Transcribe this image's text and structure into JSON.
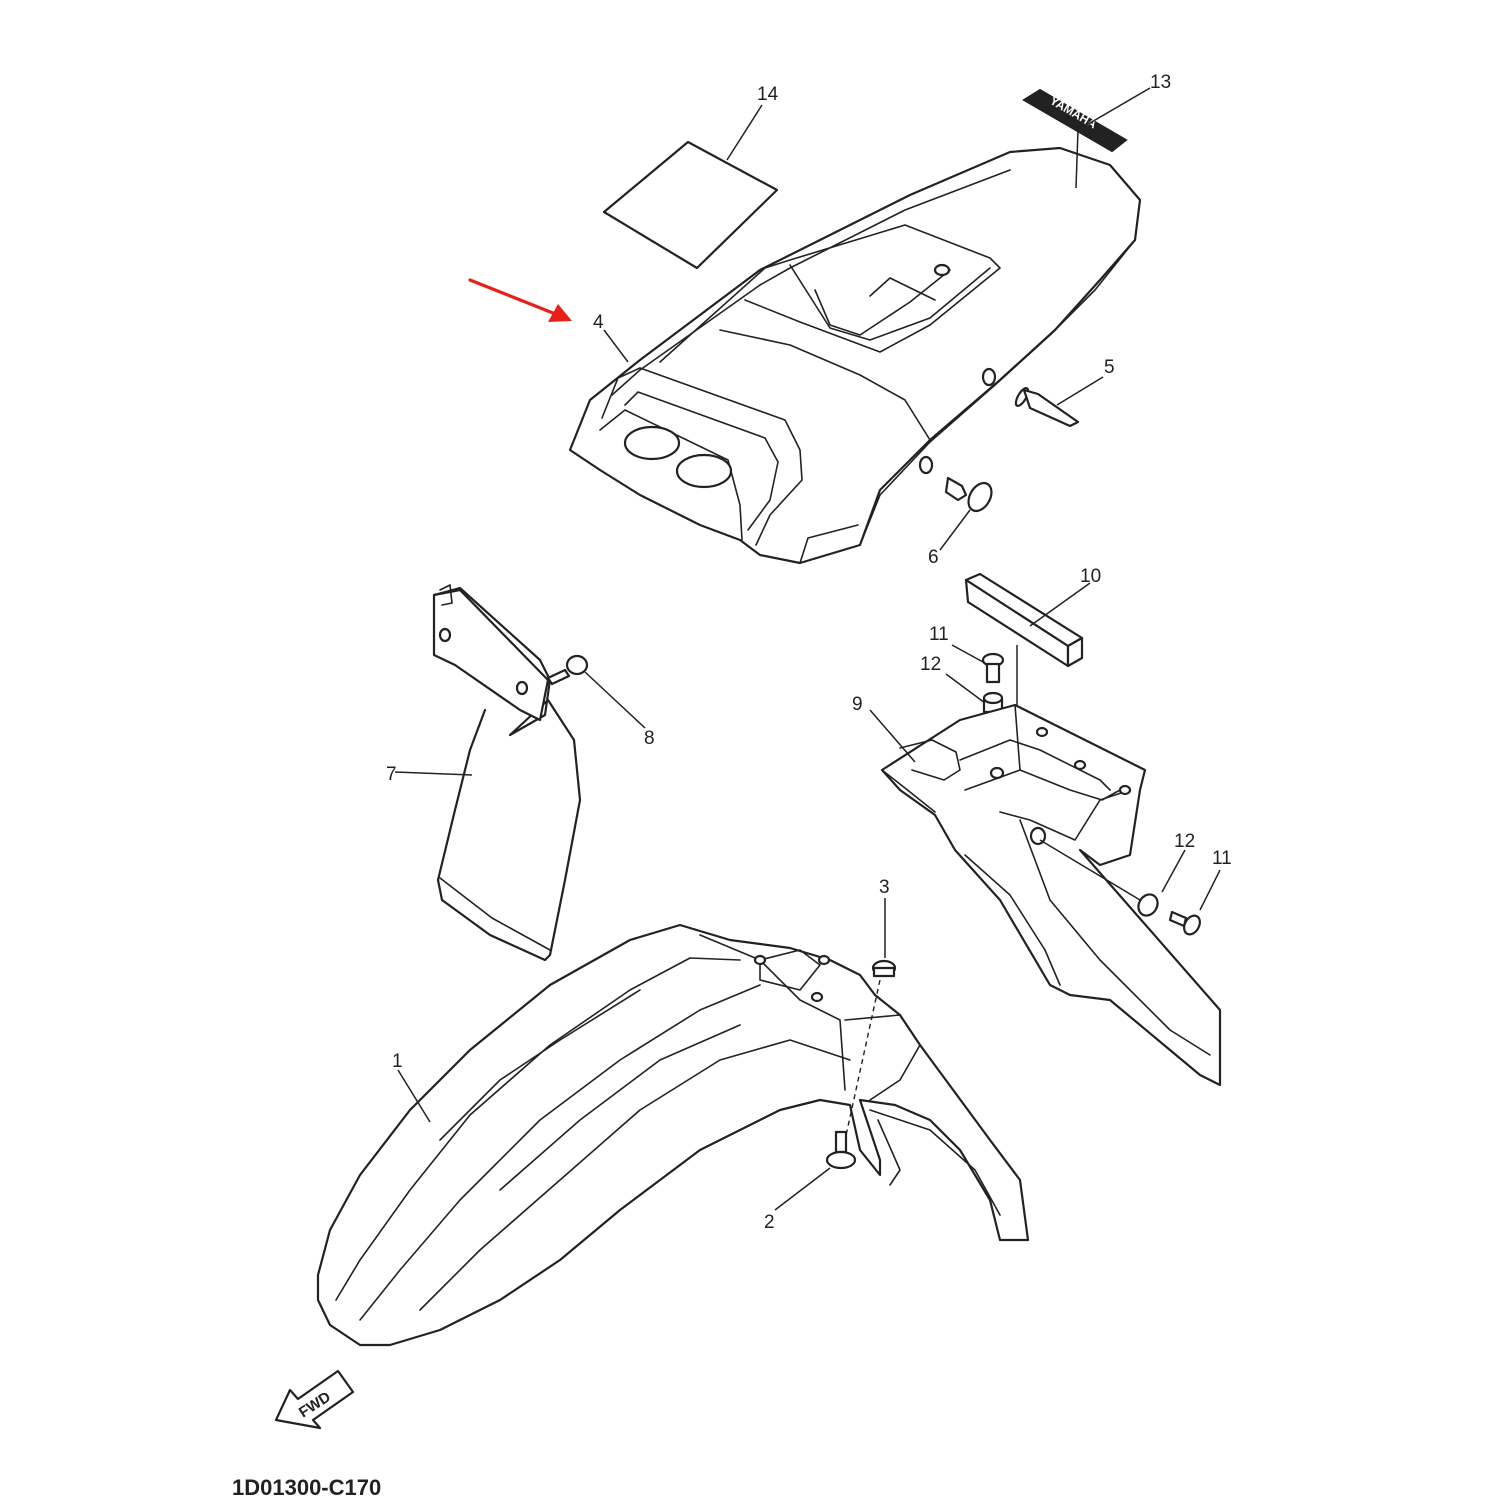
{
  "diagram": {
    "drawing_code": "1D01300-C170",
    "direction_label": "FWD",
    "decal_text": "YAMAHA",
    "highlight_color": "#e8201c",
    "line_color": "#222222",
    "highlighted_part": "4",
    "callouts": [
      "1",
      "2",
      "3",
      "4",
      "5",
      "6",
      "7",
      "8",
      "9",
      "10",
      "11",
      "12",
      "11",
      "12",
      "13",
      "14"
    ]
  }
}
